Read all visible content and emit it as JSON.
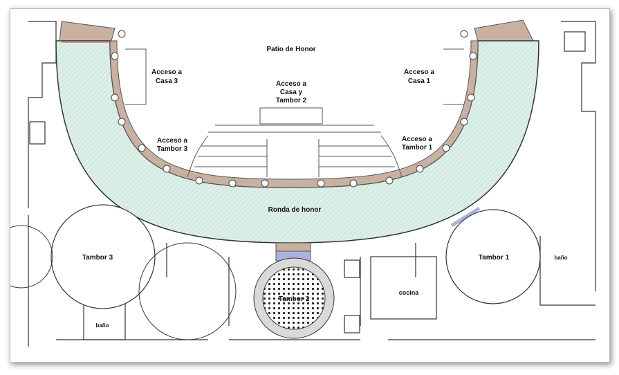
{
  "labels": {
    "patio": "Patio de Honor",
    "acceso_casa3": [
      "Acceso a",
      "Casa 3"
    ],
    "acceso_casa_tambor2": [
      "Acceso a",
      "Casa y",
      "Tambor 2"
    ],
    "acceso_casa1": [
      "Acceso a",
      "Casa 1"
    ],
    "acceso_tambor3": [
      "Acceso a",
      "Tambor 3"
    ],
    "acceso_tambor1": [
      "Acceso a",
      "Tambor 1"
    ],
    "ronda": "Ronda de honor",
    "tambor3": "Tambor 3",
    "tambor1": "Tambor 1",
    "tambor2": "Tambor 2",
    "bano_left": "baño",
    "bano_right": "baño",
    "cocina": "cocina"
  },
  "colors": {
    "ronda_fill": "#dcefe8",
    "wall_tan": "#c9b1a2",
    "door_blue": "#aab3dd",
    "ring_gray": "#d9d9d9"
  }
}
